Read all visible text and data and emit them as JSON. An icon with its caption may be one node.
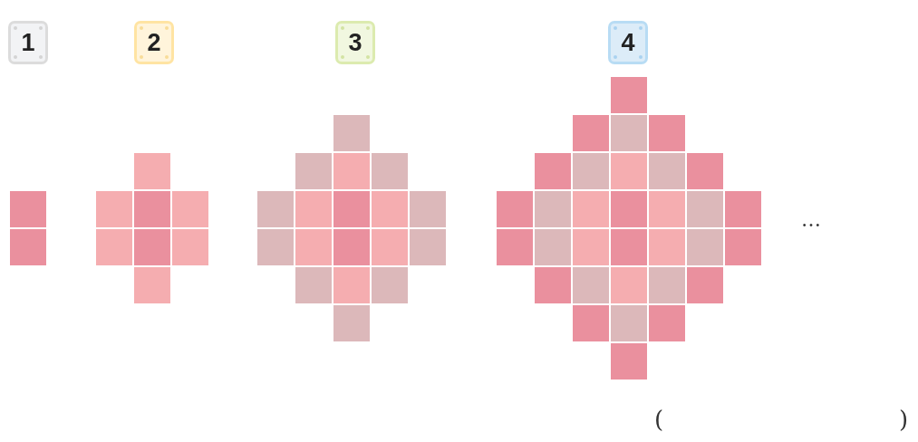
{
  "diagram": {
    "nodes": [
      {
        "text": [
          "1"
        ]
      },
      {
        "text": [
          "2"
        ]
      },
      {
        "text": [
          "3"
        ]
      },
      {
        "text": [
          "4"
        ]
      }
    ],
    "labels": [
      "…",
      "(",
      ")"
    ]
  }
}
